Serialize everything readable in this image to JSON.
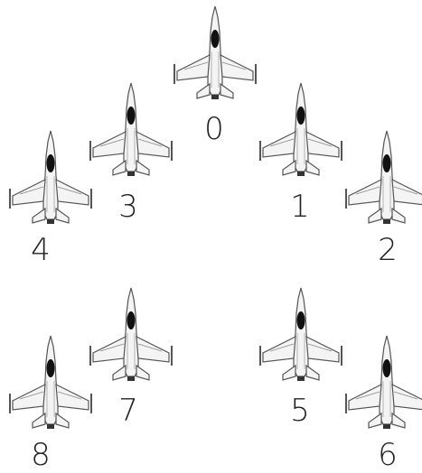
{
  "jets": [
    {
      "id": "0",
      "label": "0"
    },
    {
      "id": "1",
      "label": "1"
    },
    {
      "id": "2",
      "label": "2"
    },
    {
      "id": "3",
      "label": "3"
    },
    {
      "id": "4",
      "label": "4"
    },
    {
      "id": "5",
      "label": "5"
    },
    {
      "id": "6",
      "label": "6"
    },
    {
      "id": "7",
      "label": "7"
    },
    {
      "id": "8",
      "label": "8"
    }
  ],
  "icon": "fighter-jet-icon",
  "colors": {
    "outline": "#555555",
    "canopy": "#111111",
    "fill": "#f4f4f4"
  }
}
